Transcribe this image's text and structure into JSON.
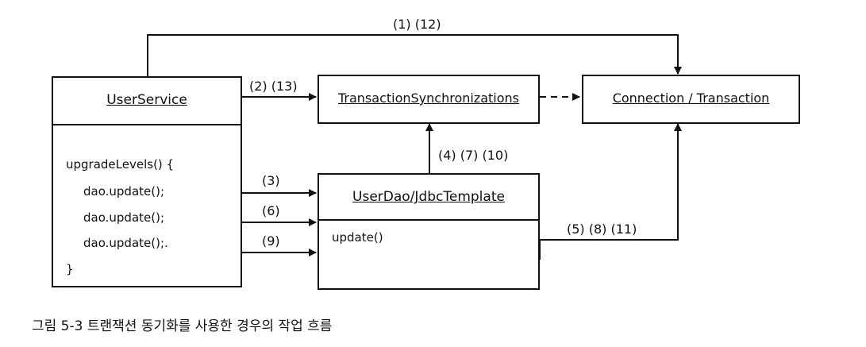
{
  "boxes": {
    "user_service": {
      "title": "UserService",
      "code": [
        "upgradeLevels() {",
        "dao.update();",
        "dao.update();",
        "dao.update();.",
        "}"
      ]
    },
    "transaction_sync": {
      "title": "TransactionSynchronizations"
    },
    "connection": {
      "title": "Connection / Transaction"
    },
    "user_dao": {
      "title": "UserDao/JdbcTemplate",
      "method": "update()"
    }
  },
  "labels": {
    "top": "(1) (12)",
    "to_sync": "(2) (13)",
    "dao_to_sync": "(4) (7) (10)",
    "call_1": "(3)",
    "call_2": "(6)",
    "call_3": "(9)",
    "dao_to_conn": "(5) (8) (11)"
  },
  "caption": "그림 5-3 트랜잭션 동기화를 사용한 경우의 작업 흐름"
}
